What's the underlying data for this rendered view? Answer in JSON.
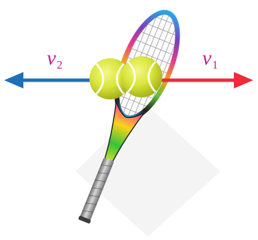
{
  "labels": {
    "v2_symbol": "v",
    "v2_subscript": "2",
    "v1_symbol": "v",
    "v1_subscript": "1"
  },
  "colors": {
    "v2_arrow": "#1e6fb8",
    "v1_arrow": "#ee2a3b",
    "label_text": "#c41e8c",
    "ball": "#d9e53a",
    "ball_shadow": "#a9b51c",
    "racket_frame_top": "#2b7fd9",
    "racket_handle": "#8e8e8e"
  },
  "icons": {
    "racket": "tennis-racket-icon",
    "ball": "tennis-ball-icon"
  }
}
